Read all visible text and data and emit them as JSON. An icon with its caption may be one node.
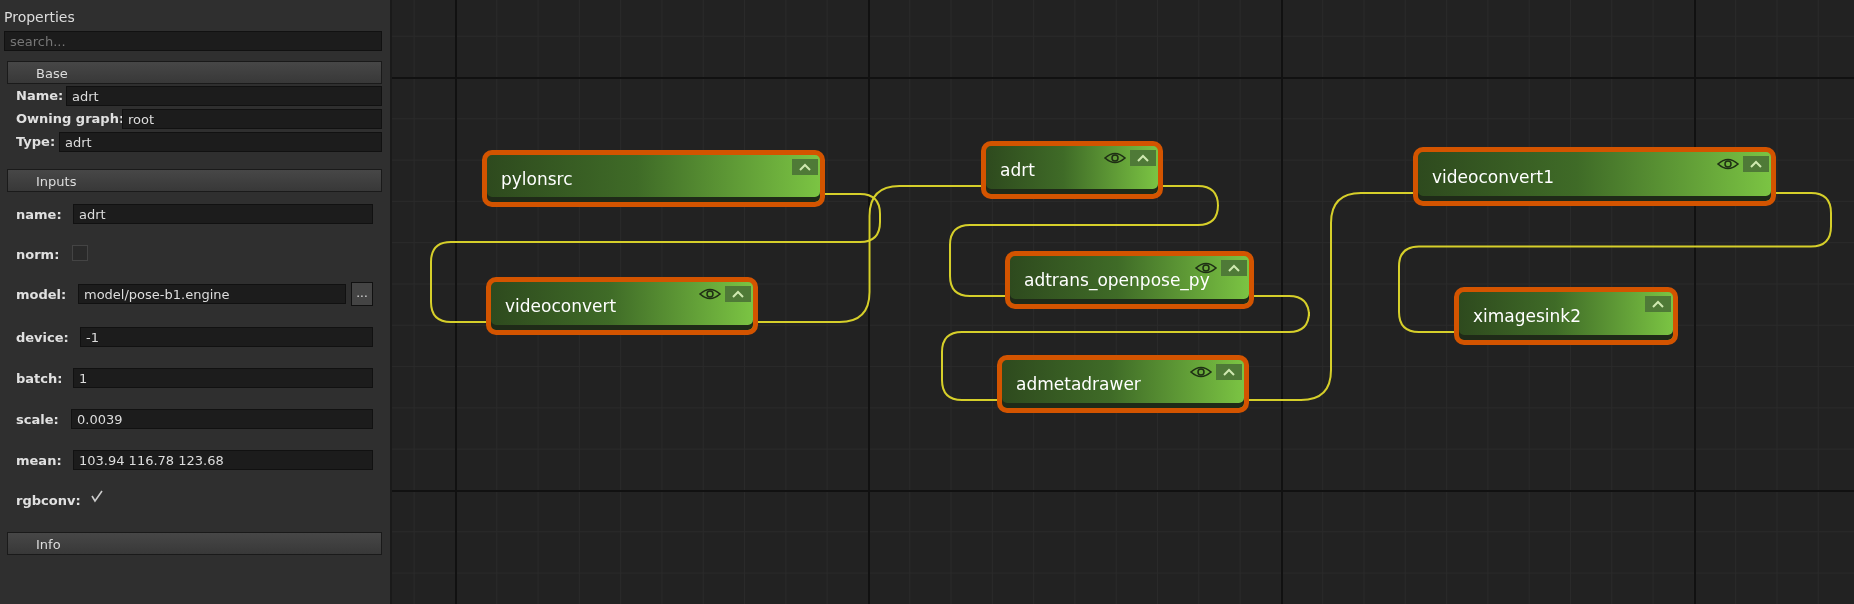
{
  "diagram": {
    "nodes": [
      {
        "text": [
          "pylonsrc"
        ]
      },
      {
        "text": [
          "videoconvert"
        ]
      },
      {
        "text": [
          "adrt"
        ]
      },
      {
        "text": [
          "adtrans_openpose_py"
        ]
      },
      {
        "text": [
          "admetadrawer"
        ]
      },
      {
        "text": [
          "videoconvert1"
        ]
      },
      {
        "text": [
          "ximagesink2"
        ]
      }
    ],
    "edges": [
      {
        "from": 0,
        "to": 1,
        "arrow": "none"
      },
      {
        "from": 1,
        "to": 2,
        "arrow": "none"
      },
      {
        "from": 2,
        "to": 3,
        "arrow": "none"
      },
      {
        "from": 3,
        "to": 4,
        "arrow": "none"
      },
      {
        "from": 4,
        "to": 5,
        "arrow": "none"
      },
      {
        "from": 5,
        "to": 6,
        "arrow": "none"
      }
    ],
    "labels": [
      "Properties",
      "search...",
      "Base",
      "Name:",
      "adrt",
      "Owning graph:",
      "root",
      "Type:",
      "adrt",
      "Inputs",
      "name:",
      "adrt",
      "norm:",
      "model:",
      "model/pose-b1.engine",
      "...",
      "device:",
      "-1",
      "batch:",
      "1",
      "scale:",
      "0.0039",
      "mean:",
      "103.94 116.78 123.68",
      "rgbconv:",
      "Info"
    ]
  }
}
